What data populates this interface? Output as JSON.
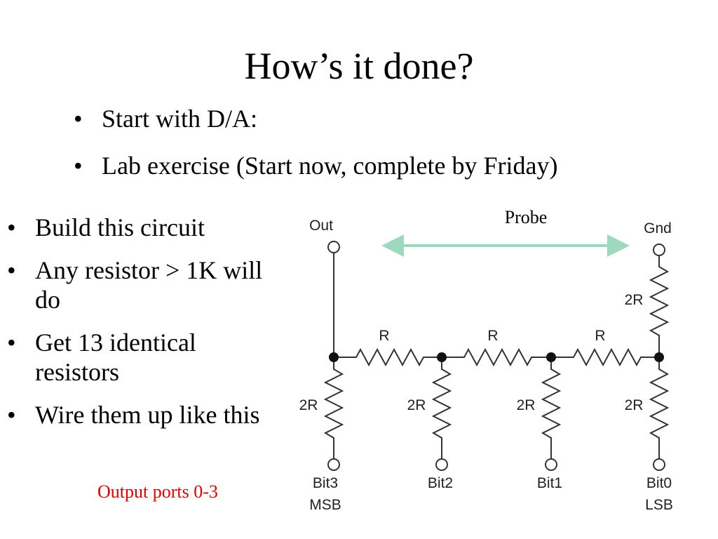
{
  "slide": {
    "title": "How’s it done?",
    "top_bullets": [
      "Start with D/A:",
      "Lab exercise (Start now, complete by Friday)"
    ],
    "left_bullets": [
      "Build this circuit",
      "Any resistor > 1K will do",
      "Get 13 identical resistors",
      "Wire them up like this"
    ],
    "output_note": "Output ports 0-3",
    "output_note_color": "#e60000"
  },
  "diagram": {
    "probe_label": "Probe",
    "arrow_color": "#9fd9bd",
    "out_label": "Out",
    "gnd_label": "Gnd",
    "series_resistor_labels": [
      "R",
      "R",
      "R"
    ],
    "shunt_resistor_labels": [
      "2R",
      "2R",
      "2R",
      "2R",
      "2R"
    ],
    "bits": [
      {
        "label": "Bit3",
        "sublabel": "MSB"
      },
      {
        "label": "Bit2",
        "sublabel": ""
      },
      {
        "label": "Bit1",
        "sublabel": ""
      },
      {
        "label": "Bit0",
        "sublabel": "LSB"
      }
    ]
  }
}
